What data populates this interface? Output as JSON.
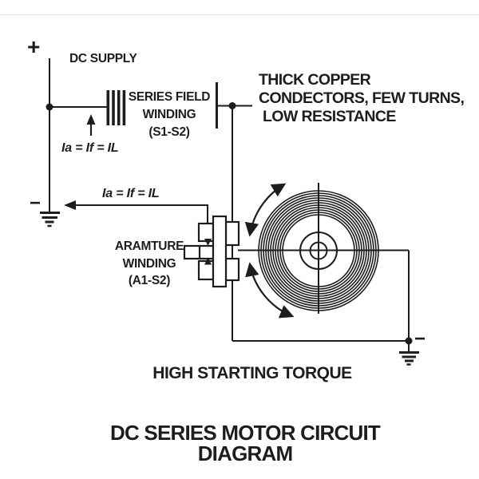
{
  "colors": {
    "ink": "#1d1d1b",
    "background": "#ffffff"
  },
  "labels": {
    "plus": "+",
    "minus_supply": "−",
    "minus_ground_right": "−",
    "dc_supply": "DC SUPPLY",
    "series_field_winding": {
      "line1": "SERIES FIELD",
      "line2": "WINDING",
      "line3": "(S1-S2)"
    },
    "copper_note": {
      "line1": "THICK COPPER",
      "line2": "CONDECTORS, FEW TURNS,",
      "line3": "LOW RESISTANCE"
    },
    "current_equation_top": "Ia = If = IL",
    "current_equation_return": "Ia = If = IL",
    "armature_winding": {
      "line1": "ARAMTURE",
      "line2": "WINDING",
      "line3": "(A1-S2)"
    },
    "torque_note": "HIGH STARTING TORQUE",
    "title": "DC SERIES MOTOR CIRCUIT DIAGRAM"
  },
  "icons": {
    "series_field_winding_icon": "four-vertical-bars",
    "ground_left_icon": "earth-ground",
    "ground_right_icon": "earth-ground",
    "junction_icon": "filled-dot",
    "current_up_arrow_icon": "solid-up-arrow",
    "current_return_arrow_icon": "solid-left-arrow",
    "rotation_arrow_top_icon": "double-headed-curved-arrow",
    "rotation_arrow_bottom_icon": "double-headed-curved-arrow",
    "armature_coil_icon": "concentric-coil",
    "commutator_brush_icon": "brush-commutator-assembly"
  }
}
